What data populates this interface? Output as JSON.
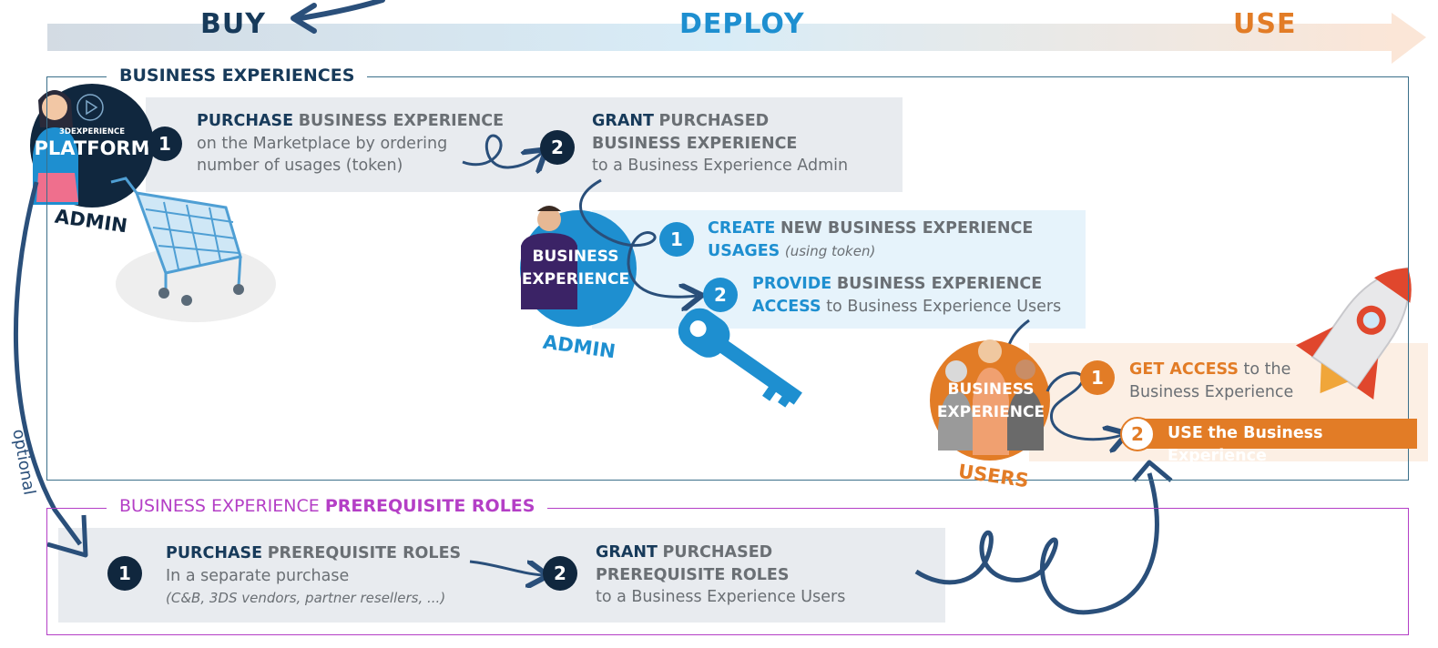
{
  "phases": {
    "buy": "BUY",
    "deploy": "DEPLOY",
    "use": "USE"
  },
  "business_experiences": {
    "title": "BUSINESS EXPERIENCES",
    "platform_admin": {
      "brand": "3DEXPERIENCE",
      "platform": "PLATFORM",
      "role": "ADMIN",
      "step1": {
        "num": "1",
        "bold": "PURCHASE",
        "bold2": "BUSINESS EXPERIENCE",
        "line2": "on the Marketplace by ordering",
        "line3": "number of usages (token)"
      },
      "step2": {
        "num": "2",
        "bold": "GRANT",
        "bold2": "PURCHASED",
        "line2": "BUSINESS EXPERIENCE",
        "line3": "to a Business Experience Admin"
      }
    },
    "be_admin": {
      "circle_line1": "BUSINESS",
      "circle_line2": "EXPERIENCE",
      "role": "ADMIN",
      "step1": {
        "num": "1",
        "bold": "CREATE",
        "bold2": "NEW BUSINESS EXPERIENCE",
        "line2_bold": "USAGES",
        "line2_italic": "(using token)"
      },
      "step2": {
        "num": "2",
        "bold": "PROVIDE",
        "bold2": "BUSINESS EXPERIENCE",
        "line2_bold": "ACCESS",
        "line2": "to Business Experience Users"
      }
    },
    "be_users": {
      "circle_line1": "BUSINESS",
      "circle_line2": "EXPERIENCE",
      "role": "USERS",
      "step1": {
        "num": "1",
        "bold": "GET ACCESS",
        "rest": "to the",
        "line2": "Business Experience"
      },
      "step2": {
        "num": "2",
        "bold": "USE",
        "rest": "the Business Experience"
      }
    }
  },
  "optional_label": "optional",
  "prerequisite_roles": {
    "title_part1": "BUSINESS EXPERIENCE",
    "title_part2": "PREREQUISITE ROLES",
    "step1": {
      "num": "1",
      "bold": "PURCHASE",
      "bold2": "PREREQUISITE ROLES",
      "line2": "In a separate purchase",
      "line3": "(C&B, 3DS vendors, partner resellers, ...)"
    },
    "step2": {
      "num": "2",
      "bold": "GRANT",
      "bold2": "PURCHASED",
      "line2": "PREREQUISITE ROLES",
      "line3": "to a Business Experience Users"
    }
  },
  "colors": {
    "navy": "#173a5a",
    "blue": "#1e8fd0",
    "orange": "#e27c26",
    "purple": "#b43fc6",
    "panel_grey": "#e8ebef",
    "panel_blue": "#e6f3fb",
    "panel_orange": "#fcefe4"
  },
  "icons": [
    "shopping-cart-icon",
    "key-icon",
    "rocket-icon",
    "platform-play-icon"
  ]
}
